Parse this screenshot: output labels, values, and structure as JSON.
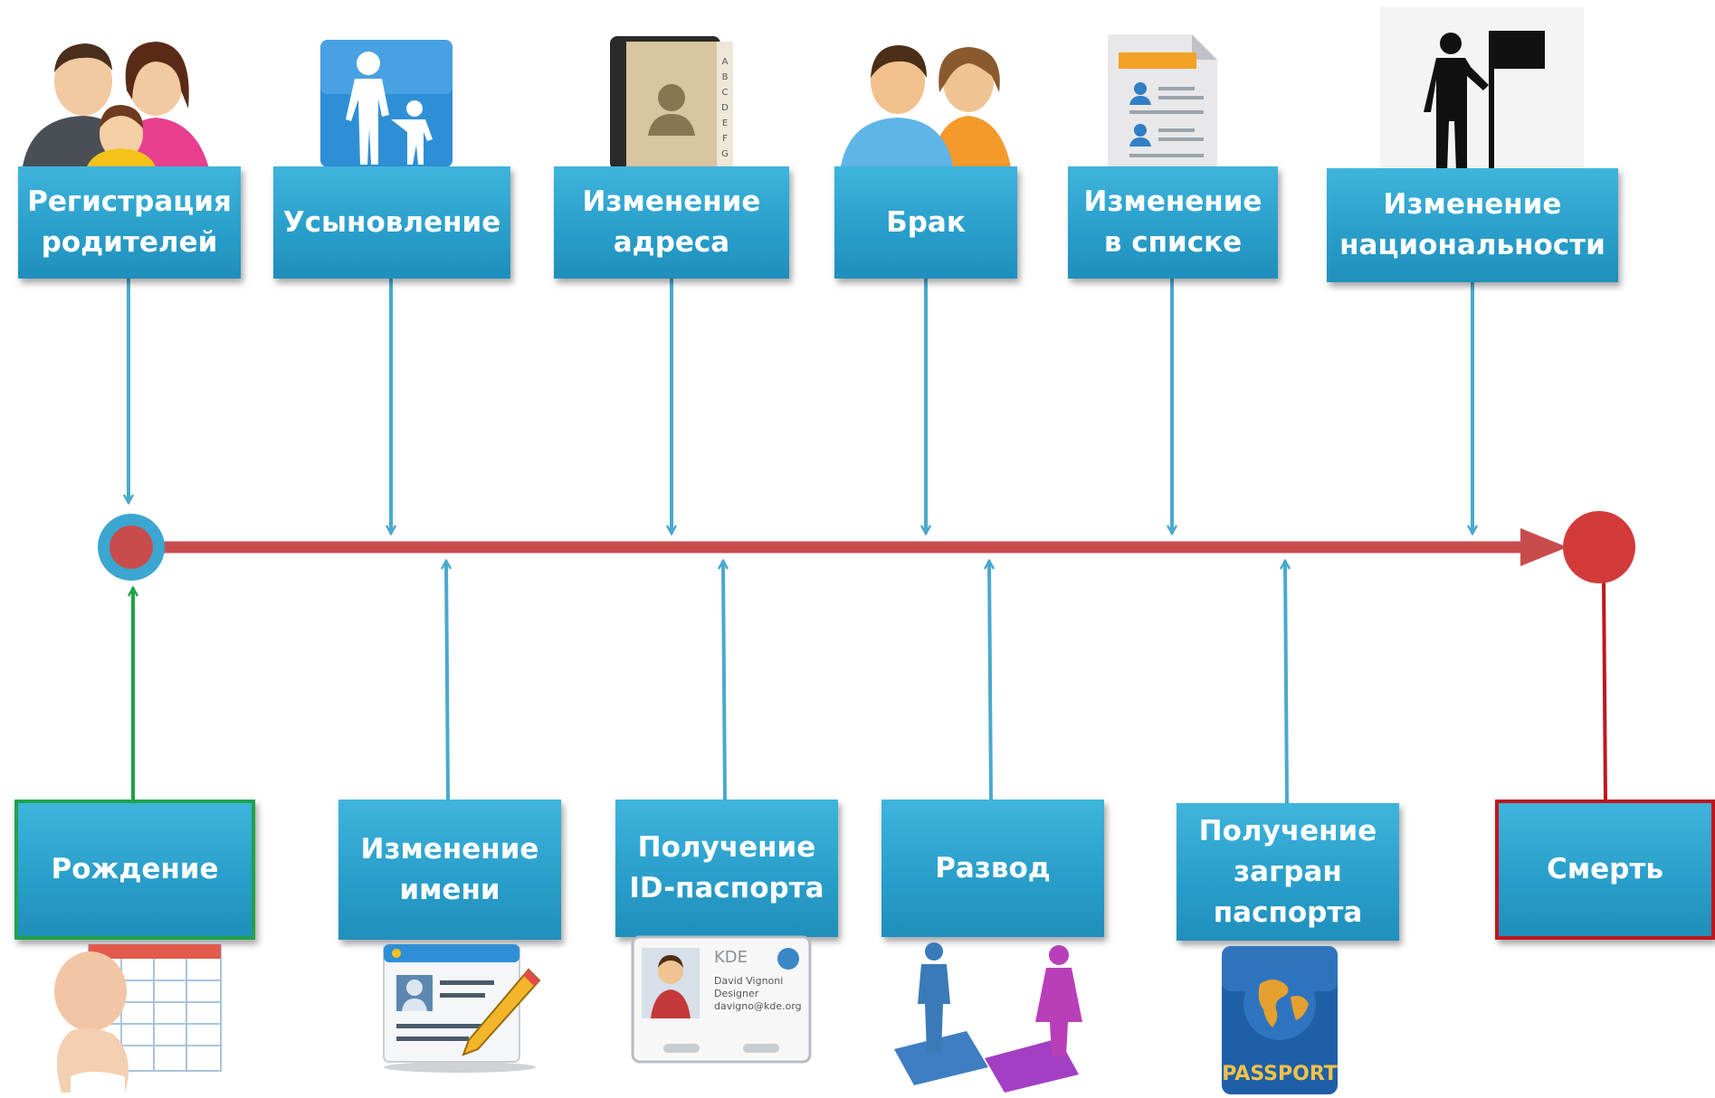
{
  "top_events": [
    {
      "label": "Регистрация родителей",
      "icon": "family-icon"
    },
    {
      "label": "Усыновление",
      "icon": "adoption-icon"
    },
    {
      "label": "Изменение адреса",
      "icon": "address-book-icon"
    },
    {
      "label": "Брак",
      "icon": "couple-icon"
    },
    {
      "label": "Изменение в списке",
      "icon": "list-document-icon"
    },
    {
      "label": "Изменение национальности",
      "icon": "flag-person-icon"
    }
  ],
  "bottom_events": [
    {
      "label": "Рождение",
      "icon": "baby-calendar-icon"
    },
    {
      "label": "Изменение имени",
      "icon": "id-card-edit-icon"
    },
    {
      "label": "Получение ID-паспорта",
      "icon": "id-badge-icon"
    },
    {
      "label": "Развод",
      "icon": "divorce-puzzle-icon"
    },
    {
      "label": "Получение загран паспорта",
      "icon": "passport-icon"
    },
    {
      "label": "Смерть",
      "icon": ""
    }
  ],
  "icon_text": {
    "badge_org": "KDE",
    "badge_name": "David Vignoni",
    "badge_role": "Designer",
    "badge_email": "davigno@kde.org",
    "passport": "PASSPORT",
    "index_letters": [
      "A",
      "B",
      "C",
      "D",
      "E",
      "F",
      "G"
    ]
  },
  "colors": {
    "box_fill": "#2a9fcb",
    "arrow_blue": "#4aa9cc",
    "timeline_red": "#c84c4c",
    "birth_green": "#1fa34a",
    "death_red": "#c0161e"
  }
}
